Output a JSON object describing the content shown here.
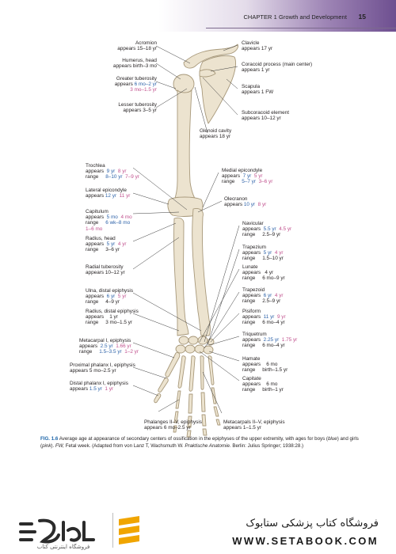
{
  "header": {
    "chapter_title": "CHAPTER 1  Growth and Development",
    "page_number": "15"
  },
  "labels_left": [
    {
      "key": "acromion",
      "lines": [
        [
          {
            "t": "Acromion"
          }
        ],
        [
          {
            "t": "appears 15–18 yr"
          }
        ]
      ]
    },
    {
      "key": "humerus-head",
      "lines": [
        [
          {
            "t": "Humerus, head"
          }
        ],
        [
          {
            "t": "appears birth–3 mo"
          }
        ]
      ]
    },
    {
      "key": "greater-tuberosity",
      "lines": [
        [
          {
            "t": "Greater tuberosity"
          }
        ],
        [
          {
            "t": "appears "
          },
          {
            "t": "6 mo–2 yr",
            "c": "b"
          }
        ],
        [
          {
            "t": "3 mo–1.5 yr",
            "c": "p"
          }
        ]
      ]
    },
    {
      "key": "lesser-tuberosity",
      "lines": [
        [
          {
            "t": "Lesser tuberosity"
          }
        ],
        [
          {
            "t": "appears 3–5 yr"
          }
        ]
      ]
    },
    {
      "key": "trochlea",
      "lines": [
        [
          {
            "t": "Trochlea"
          }
        ],
        [
          {
            "t": "appears  "
          },
          {
            "t": "9 yr",
            "c": "b"
          },
          {
            "t": "  "
          },
          {
            "t": "8 yr",
            "c": "p"
          }
        ],
        [
          {
            "t": "range     "
          },
          {
            "t": "8–10 yr",
            "c": "b"
          },
          {
            "t": "  "
          },
          {
            "t": "7–9 yr",
            "c": "p"
          }
        ]
      ]
    },
    {
      "key": "lateral-epicondyle",
      "lines": [
        [
          {
            "t": "Lateral epicondyle"
          }
        ],
        [
          {
            "t": "appears "
          },
          {
            "t": "12 yr",
            "c": "b"
          },
          {
            "t": "  "
          },
          {
            "t": "11 yr",
            "c": "p"
          }
        ]
      ]
    },
    {
      "key": "capitulum",
      "lines": [
        [
          {
            "t": "Capitulum"
          }
        ],
        [
          {
            "t": "appears  "
          },
          {
            "t": "5 mo",
            "c": "b"
          },
          {
            "t": "  "
          },
          {
            "t": "4 mo",
            "c": "p"
          }
        ],
        [
          {
            "t": "range     "
          },
          {
            "t": "6 wk–8 mo",
            "c": "b"
          }
        ],
        [
          {
            "t": "1–6 mo",
            "c": "p"
          }
        ]
      ]
    },
    {
      "key": "radius-head",
      "lines": [
        [
          {
            "t": "Radius, head"
          }
        ],
        [
          {
            "t": "appears  "
          },
          {
            "t": "5 yr",
            "c": "b"
          },
          {
            "t": "  "
          },
          {
            "t": "4 yr",
            "c": "p"
          }
        ],
        [
          {
            "t": "range     3–6 yr"
          }
        ]
      ]
    },
    {
      "key": "radial-tuberosity",
      "lines": [
        [
          {
            "t": "Radial tuberosity"
          }
        ],
        [
          {
            "t": "appears 10–12 yr"
          }
        ]
      ]
    },
    {
      "key": "ulna-distal",
      "lines": [
        [
          {
            "t": "Ulna, distal epiphysis"
          }
        ],
        [
          {
            "t": "appears  "
          },
          {
            "t": "6 yr",
            "c": "b"
          },
          {
            "t": "  "
          },
          {
            "t": "5 yr",
            "c": "p"
          }
        ],
        [
          {
            "t": "range     4–9 yr"
          }
        ]
      ]
    },
    {
      "key": "radius-distal",
      "lines": [
        [
          {
            "t": "Radius, distal epiphysis"
          }
        ],
        [
          {
            "t": "appears    1 yr"
          }
        ],
        [
          {
            "t": "range     3 mo–1.5 yr"
          }
        ]
      ]
    },
    {
      "key": "metacarpal-1",
      "lines": [
        [
          {
            "t": "Metacarpal I, epiphysis"
          }
        ],
        [
          {
            "t": "appears  "
          },
          {
            "t": "2.5 yr",
            "c": "b"
          },
          {
            "t": "  "
          },
          {
            "t": "1.66 yr",
            "c": "p"
          }
        ],
        [
          {
            "t": "range     "
          },
          {
            "t": "1.5–3.5 yr",
            "c": "b"
          },
          {
            "t": "  "
          },
          {
            "t": "1–2 yr",
            "c": "p"
          }
        ]
      ]
    },
    {
      "key": "proximal-phalanx-1",
      "lines": [
        [
          {
            "t": "Proximal phalanx I, epiphysis"
          }
        ],
        [
          {
            "t": "appears 5 mo–2.5 yr"
          }
        ]
      ]
    },
    {
      "key": "distal-phalanx-1",
      "lines": [
        [
          {
            "t": "Distal phalanx I, epiphysis"
          }
        ],
        [
          {
            "t": "appears "
          },
          {
            "t": "1.5 yr",
            "c": "b"
          },
          {
            "t": "  "
          },
          {
            "t": "1 yr",
            "c": "p"
          }
        ]
      ]
    },
    {
      "key": "phalanges-2-5",
      "lines": [
        [
          {
            "t": "Phalanges II–V, epiphysis"
          }
        ],
        [
          {
            "t": "appears 6 mo–2.5 yr"
          }
        ]
      ]
    }
  ],
  "labels_right": [
    {
      "key": "clavicle",
      "lines": [
        [
          {
            "t": "Clavicle"
          }
        ],
        [
          {
            "t": "appears 17 yr"
          }
        ]
      ]
    },
    {
      "key": "coracoid",
      "lines": [
        [
          {
            "t": "Coracoid process (main center)"
          }
        ],
        [
          {
            "t": "appears 1 yr"
          }
        ]
      ]
    },
    {
      "key": "scapula",
      "lines": [
        [
          {
            "t": "Scapula"
          }
        ],
        [
          {
            "t": "appears 1 FW"
          }
        ]
      ]
    },
    {
      "key": "subcoracoid",
      "lines": [
        [
          {
            "t": "Subcoracoid element"
          }
        ],
        [
          {
            "t": "appears 10–12 yr"
          }
        ]
      ]
    },
    {
      "key": "glenoid",
      "lines": [
        [
          {
            "t": "Glenoid cavity"
          }
        ],
        [
          {
            "t": "appears 18 yr"
          }
        ]
      ]
    },
    {
      "key": "medial-epicondyle",
      "lines": [
        [
          {
            "t": "Medial epicondyle"
          }
        ],
        [
          {
            "t": "appears  "
          },
          {
            "t": "7 yr",
            "c": "b"
          },
          {
            "t": "  "
          },
          {
            "t": "5 yr",
            "c": "p"
          }
        ],
        [
          {
            "t": "range     "
          },
          {
            "t": "5–7 yr",
            "c": "b"
          },
          {
            "t": "  "
          },
          {
            "t": "3–6 yr",
            "c": "p"
          }
        ]
      ]
    },
    {
      "key": "olecranon",
      "lines": [
        [
          {
            "t": "Olecranon"
          }
        ],
        [
          {
            "t": "appears "
          },
          {
            "t": "10 yr",
            "c": "b"
          },
          {
            "t": "  "
          },
          {
            "t": "8 yr",
            "c": "p"
          }
        ]
      ]
    },
    {
      "key": "navicular",
      "lines": [
        [
          {
            "t": "Navicular"
          }
        ],
        [
          {
            "t": "appears  "
          },
          {
            "t": "5.5 yr",
            "c": "b"
          },
          {
            "t": "  "
          },
          {
            "t": "4.5 yr",
            "c": "p"
          }
        ],
        [
          {
            "t": "range     2.5–9 yr"
          }
        ]
      ]
    },
    {
      "key": "trapezium",
      "lines": [
        [
          {
            "t": "Trapezium"
          }
        ],
        [
          {
            "t": "appears  "
          },
          {
            "t": "5 yr",
            "c": "b"
          },
          {
            "t": "  "
          },
          {
            "t": "4 yr",
            "c": "p"
          }
        ],
        [
          {
            "t": "range     1.5–10 yr"
          }
        ]
      ]
    },
    {
      "key": "lunate",
      "lines": [
        [
          {
            "t": "Lunate"
          }
        ],
        [
          {
            "t": "appears   4 yr"
          }
        ],
        [
          {
            "t": "range     6 mo–9 yr"
          }
        ]
      ]
    },
    {
      "key": "trapezoid",
      "lines": [
        [
          {
            "t": "Trapezoid"
          }
        ],
        [
          {
            "t": "appears  "
          },
          {
            "t": "6 yr",
            "c": "b"
          },
          {
            "t": "  "
          },
          {
            "t": "4 yr",
            "c": "p"
          }
        ],
        [
          {
            "t": "range     2.5–9 yr"
          }
        ]
      ]
    },
    {
      "key": "pisiform",
      "lines": [
        [
          {
            "t": "Pisiform"
          }
        ],
        [
          {
            "t": "appears  "
          },
          {
            "t": "11 yr",
            "c": "b"
          },
          {
            "t": "  "
          },
          {
            "t": "9 yr",
            "c": "p"
          }
        ],
        [
          {
            "t": "range     6 mo–4 yr"
          }
        ]
      ]
    },
    {
      "key": "triquetrum",
      "lines": [
        [
          {
            "t": "Triquetrum"
          }
        ],
        [
          {
            "t": "appears  "
          },
          {
            "t": "2.25 yr",
            "c": "b"
          },
          {
            "t": "  "
          },
          {
            "t": "1.75 yr",
            "c": "p"
          }
        ],
        [
          {
            "t": "range     6 mo–4 yr"
          }
        ]
      ]
    },
    {
      "key": "hamate",
      "lines": [
        [
          {
            "t": "Hamate"
          }
        ],
        [
          {
            "t": "appears    6 mo"
          }
        ],
        [
          {
            "t": "range     birth–1.5 yr"
          }
        ]
      ]
    },
    {
      "key": "capitate",
      "lines": [
        [
          {
            "t": "Capitate"
          }
        ],
        [
          {
            "t": "appears    6 mo"
          }
        ],
        [
          {
            "t": "range     birth–1 yr"
          }
        ]
      ]
    },
    {
      "key": "metacarpals-2-5",
      "lines": [
        [
          {
            "t": "Metacarpals II–V, epiphysis"
          }
        ],
        [
          {
            "t": "appears 1–1.5 yr"
          }
        ]
      ]
    }
  ],
  "caption": {
    "fig_label": "FIG. 1.6",
    "text_1": " Average age at appearance of secondary centers of ossification in the epiphyses of the upper extremity, with ages for boys (",
    "blue_word": "blue",
    "text_2": ") and girls (",
    "pink_word": "pink",
    "text_3": "). ",
    "fw": "FW,",
    "text_4": " Fetal week. (Adapted from von Lanz T, Wachsmuth W. ",
    "book": "Praktische Anatomie",
    "text_5": ". Berlin: Julius Springer; 1938:28.)"
  },
  "footer": {
    "persian_text": "فروشگاه کتاب پزشکی ستابوک",
    "url": "WWW.SETABOOK.COM",
    "logo_text": "ستابوک",
    "logo_sub": "فروشگاه اینترنتی کتاب"
  },
  "colors": {
    "boys": "#2e63a9",
    "girls": "#c0508d",
    "bone": "#ece3cf",
    "bone_outline": "#a8997b",
    "header_purple": "#6e4f90"
  }
}
